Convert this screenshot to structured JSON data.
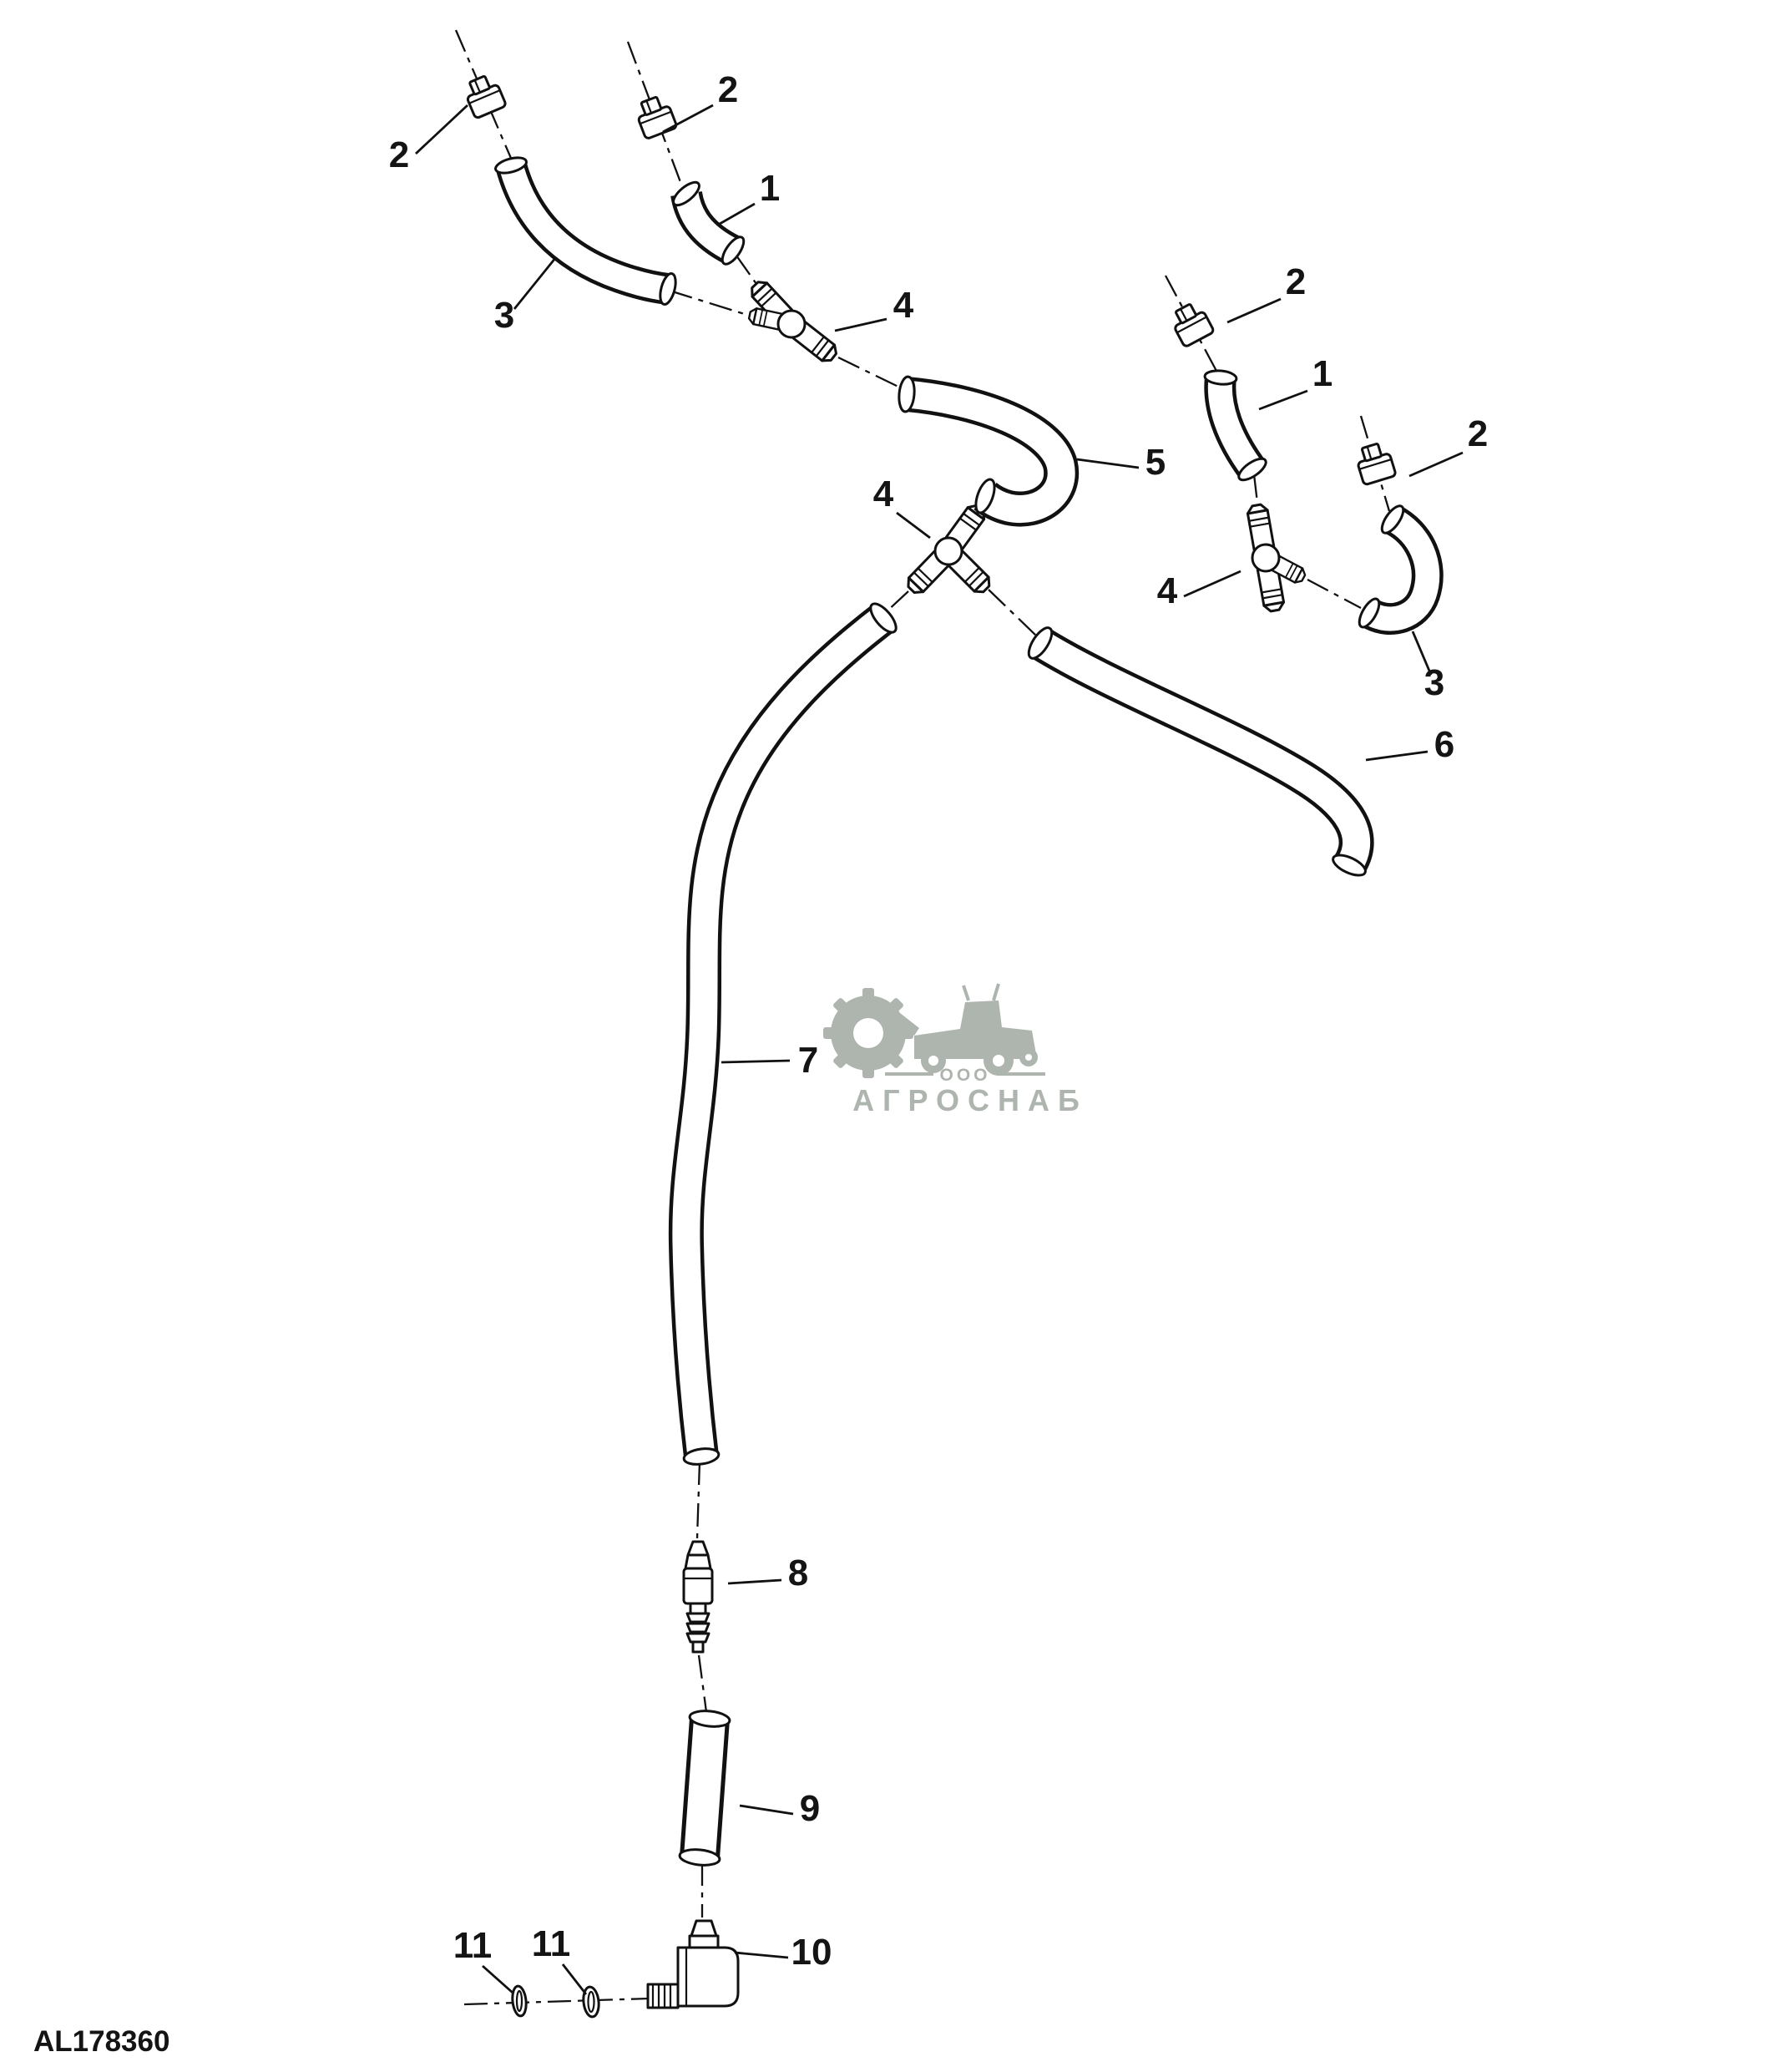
{
  "page": {
    "background": "#ffffff",
    "line_color": "#111111"
  },
  "drawing_code": "AL178360",
  "watermark": {
    "line1": "ООО",
    "line2": "АГРОСНАБ",
    "color": "#9aa29a"
  },
  "callouts": [
    {
      "label": "2"
    },
    {
      "label": "2"
    },
    {
      "label": "1"
    },
    {
      "label": "3"
    },
    {
      "label": "4"
    },
    {
      "label": "5"
    },
    {
      "label": "4"
    },
    {
      "label": "2"
    },
    {
      "label": "1"
    },
    {
      "label": "2"
    },
    {
      "label": "4"
    },
    {
      "label": "3"
    },
    {
      "label": "6"
    },
    {
      "label": "7"
    },
    {
      "label": "8"
    },
    {
      "label": "9"
    },
    {
      "label": "10"
    },
    {
      "label": "11"
    },
    {
      "label": "11"
    }
  ]
}
